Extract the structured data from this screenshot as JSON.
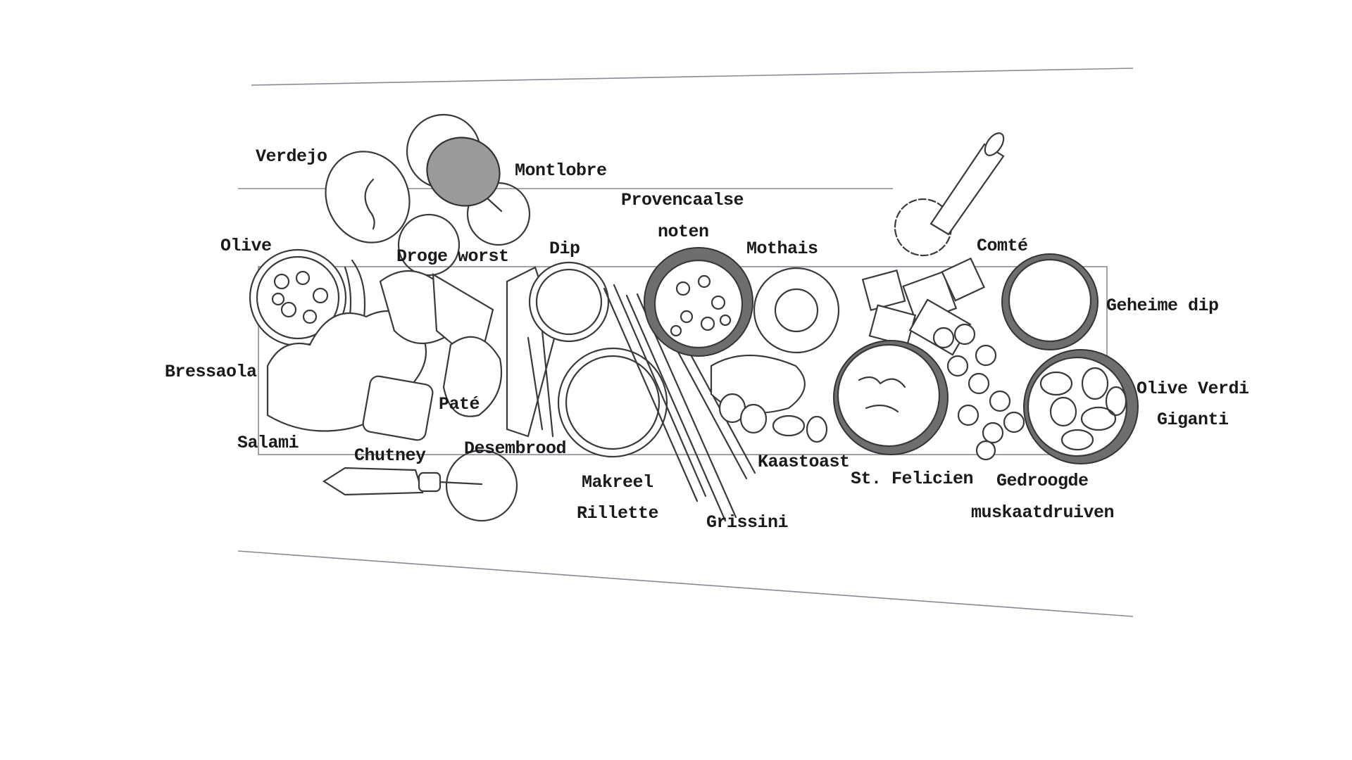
{
  "labels": {
    "verdejo": "Verdejo",
    "montlobre": "Montlobre",
    "provencaalse_1": "Provencaalse",
    "provencaalse_2": "noten",
    "olive": "Olive",
    "droge_worst": "Droge worst",
    "dip": "Dip",
    "mothais": "Mothais",
    "comte": "Comté",
    "geheime_dip": "Geheime dip",
    "bressaola": "Bressaola",
    "pate": "Paté",
    "olive_verdi_1": "Olive Verdi",
    "olive_verdi_2": "Giganti",
    "salami": "Salami",
    "chutney": "Chutney",
    "desembrood": "Desembrood",
    "kaastoast": "Kaastoast",
    "st_felicien": "St. Felicien",
    "gedroogde_1": "Gedroogde",
    "gedroogde_2": "muskaatdruiven",
    "makreel_1": "Makreel",
    "makreel_2": "Rillette",
    "grissini": "Grissini"
  },
  "colors": {
    "ink": "#1a1a1a",
    "pencil": "#3a3a3a",
    "table_line": "#8a8a94"
  }
}
